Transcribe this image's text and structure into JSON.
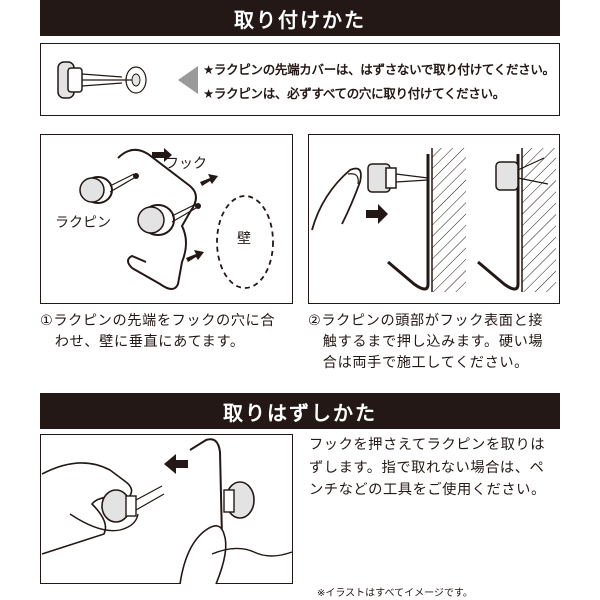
{
  "section_install": {
    "title": "取り付けかた"
  },
  "notes": [
    "★ラクピンの先端カバーは、はずさないで取り付けてください。",
    "★ラクピンは、必ずすべての穴に取り付けてください。"
  ],
  "step1": {
    "label_hook": "フック",
    "label_pin": "ラクピン",
    "label_wall": "壁",
    "caption_line1": "①ラクピンの先端をフックの穴に合",
    "caption_line2": "　わせ、壁に垂直にあてます。"
  },
  "step2": {
    "caption_line1": "②ラクピンの頭部がフック表面と接",
    "caption_line2": "　触するまで押し込みます。硬い場",
    "caption_line3": "　合は両手で施工してください。"
  },
  "section_remove": {
    "title": "取りはずしかた"
  },
  "removal": {
    "line1": "フックを押さえてラクピンを取りは",
    "line2": "ずします。指で取れない場合は、ペ",
    "line3": "ンチなどの工具をご使用ください。"
  },
  "footnote": "※イラストはすべてイメージです。",
  "colors": {
    "ink": "#231815",
    "gray": "#9a9a9a",
    "light_gray": "#e3e3e3"
  }
}
